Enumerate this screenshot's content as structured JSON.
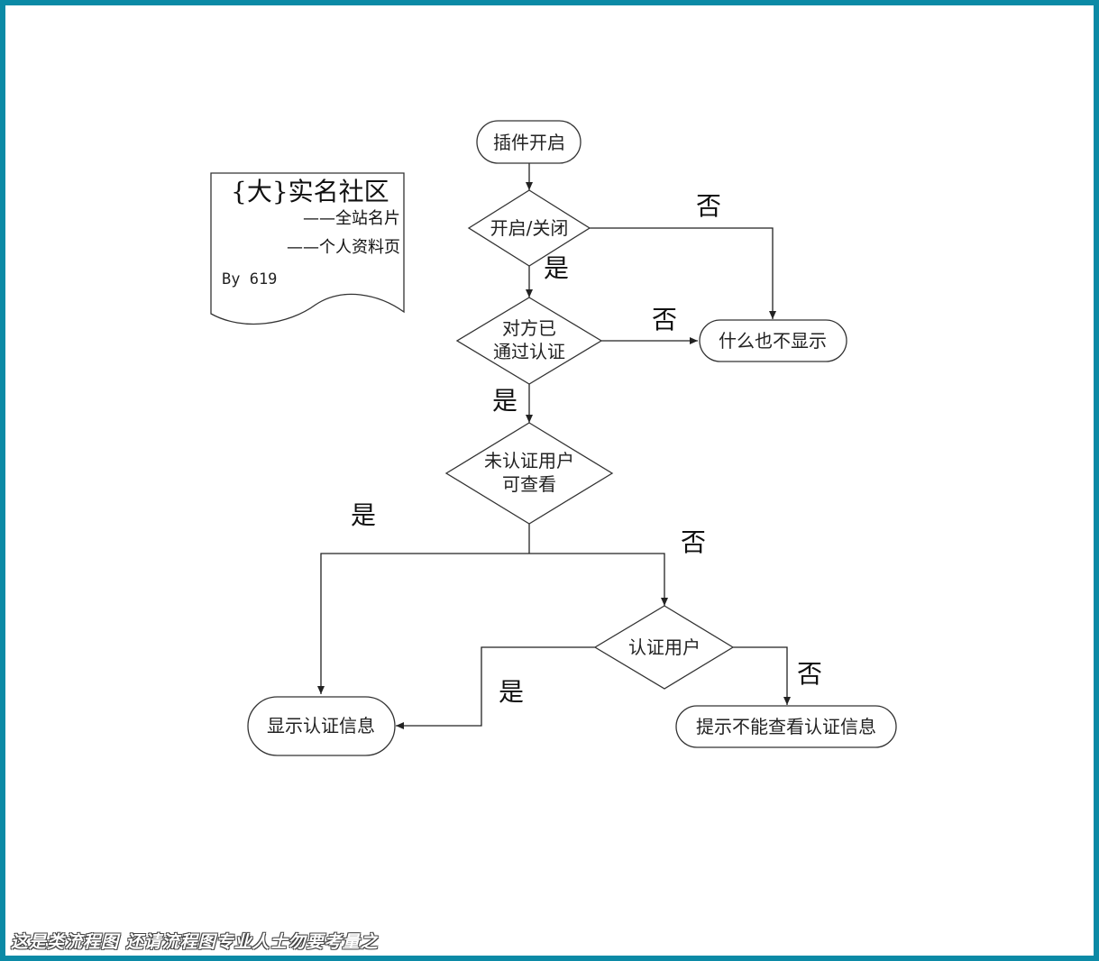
{
  "nodes": {
    "start": "插件开启",
    "toggle": "开启/关闭",
    "verified_line1": "对方已",
    "verified_line2": "通过认证",
    "unverified_line1": "未认证用户",
    "unverified_line2": "可查看",
    "verified_user": "认证用户",
    "show_nothing": "什么也不显示",
    "show_info": "显示认证信息",
    "cannot_view": "提示不能查看认证信息"
  },
  "edge_labels": {
    "toggle_no": "否",
    "toggle_yes": "是",
    "verified_no": "否",
    "verified_yes": "是",
    "unverified_yes": "是",
    "unverified_no": "否",
    "verified_user_yes": "是",
    "verified_user_no": "否"
  },
  "document": {
    "title": "{大}实名社区",
    "line1": "——全站名片",
    "line2": "——个人资料页",
    "author": "By 619"
  },
  "footer": "这是类流程图 还请流程图专业人士勿要考量之",
  "colors": {
    "frame": "#0b8aa6"
  }
}
